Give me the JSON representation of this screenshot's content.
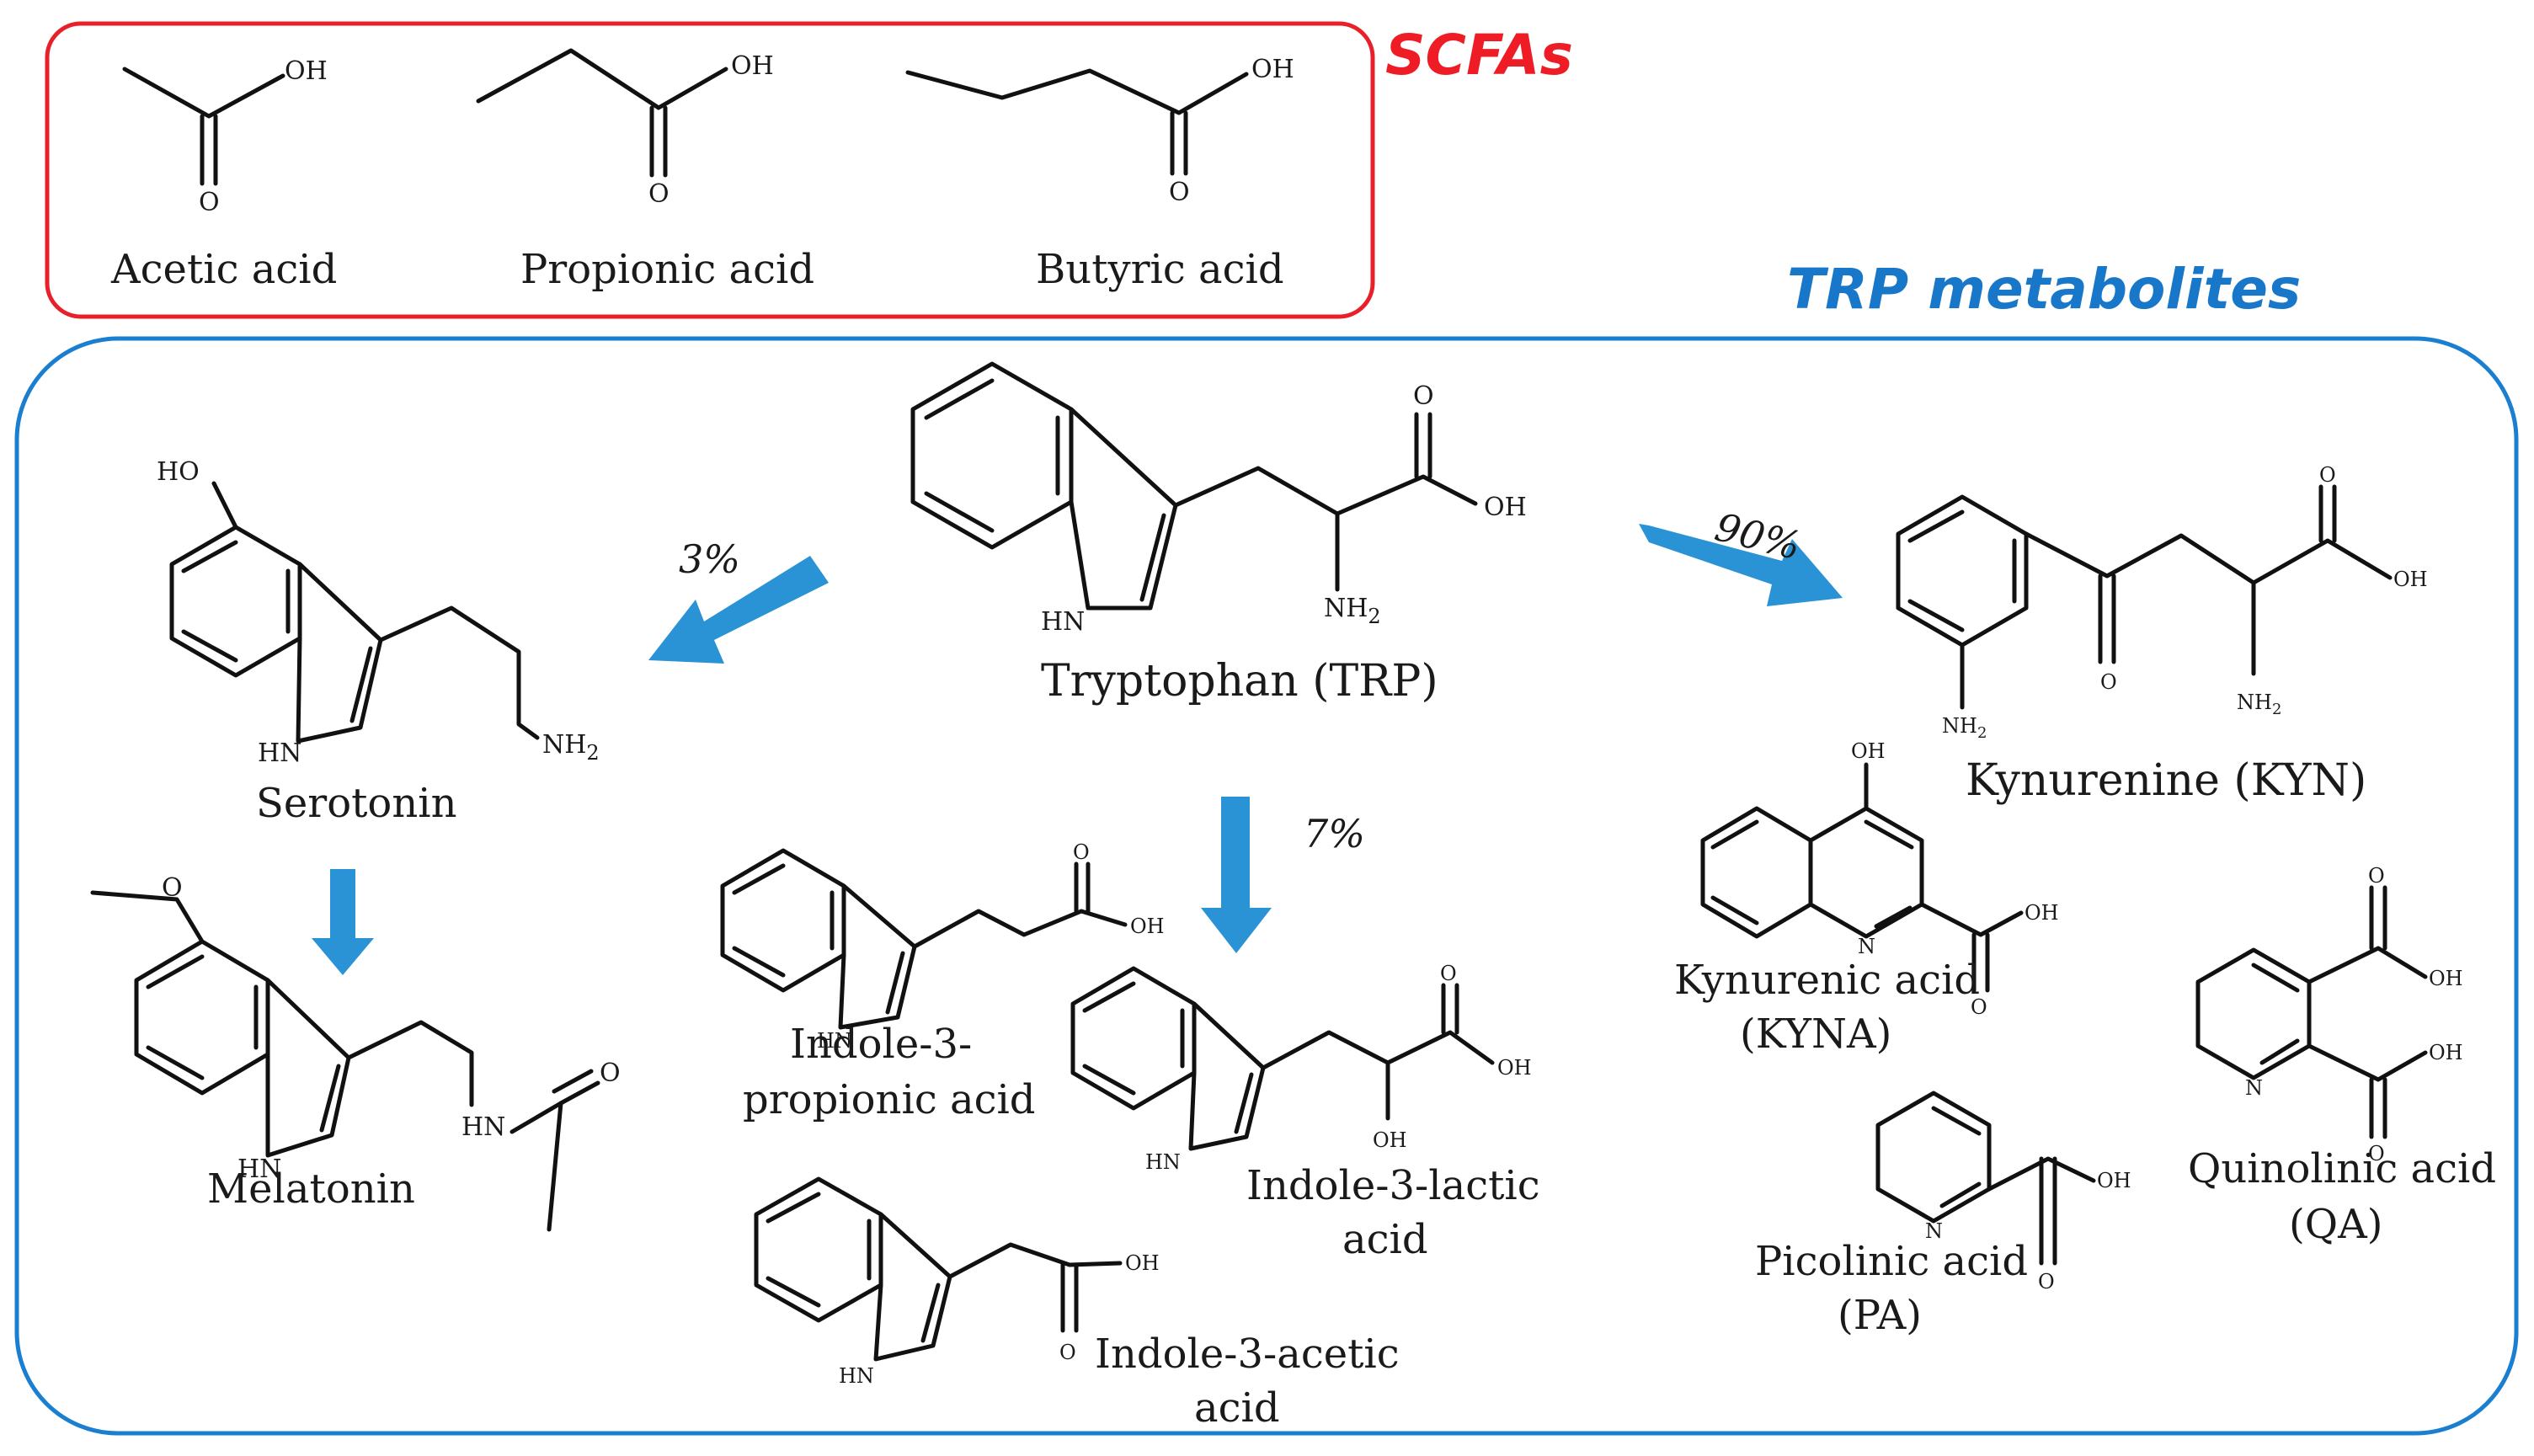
{
  "scfa_box": {
    "title": "SCFAs",
    "title_color": "#ee1d25",
    "border_color": "#e8202a",
    "compounds": [
      {
        "name": "Acetic acid",
        "oh": "OH",
        "o": "O"
      },
      {
        "name": "Propionic acid",
        "oh": "OH",
        "o": "O"
      },
      {
        "name": "Butyric acid",
        "oh": "OH",
        "o": "O"
      }
    ]
  },
  "trp_box": {
    "title": "TRP metabolites",
    "title_color": "#1877c9",
    "border_color": "#1a7fd0",
    "arrow_color": "#2a93d5",
    "tryptophan": {
      "name": "Tryptophan (TRP)",
      "nh": "HN",
      "nh2": "NH",
      "sub2": "2",
      "o": "O",
      "oh": "OH"
    },
    "pathways": {
      "serotonin_pct": "3%",
      "indole_pct": "7%",
      "kynurenine_pct": "90%"
    },
    "serotonin": {
      "name": "Serotonin",
      "ho": "HO",
      "nh": "HN",
      "nh2": "NH",
      "sub2": "2"
    },
    "melatonin": {
      "name": "Melatonin",
      "o": "O",
      "nh": "HN",
      "hn2": "HN",
      "o2": "O"
    },
    "indole_propionic": {
      "name_line1": "Indole-3-",
      "name_line2": "propionic acid",
      "nh": "HN",
      "o": "O",
      "oh": "OH"
    },
    "indole_lactic": {
      "name_line1": "Indole-3-lactic",
      "name_line2": "acid",
      "nh": "HN",
      "o": "O",
      "oh": "OH",
      "oh2": "OH"
    },
    "indole_acetic": {
      "name_line1": "Indole-3-acetic",
      "name_line2": "acid",
      "nh": "HN",
      "o": "O",
      "oh": "OH"
    },
    "kynurenine": {
      "name": "Kynurenine (KYN)",
      "nh2": "NH",
      "sub2": "2",
      "o": "O",
      "oh": "OH",
      "o2": "O"
    },
    "kynurenic": {
      "name_line1": "Kynurenic acid",
      "name_line2": "(KYNA)",
      "oh_top": "OH",
      "n": "N",
      "o": "O",
      "oh": "OH"
    },
    "quinolinic": {
      "name_line1": "Quinolinic acid",
      "name_line2": "(QA)",
      "n": "N",
      "o": "O",
      "oh": "OH"
    },
    "picolinic": {
      "name_line1": "Picolinic acid",
      "name_line2": "(PA)",
      "n": "N",
      "o": "O",
      "oh": "OH"
    }
  }
}
